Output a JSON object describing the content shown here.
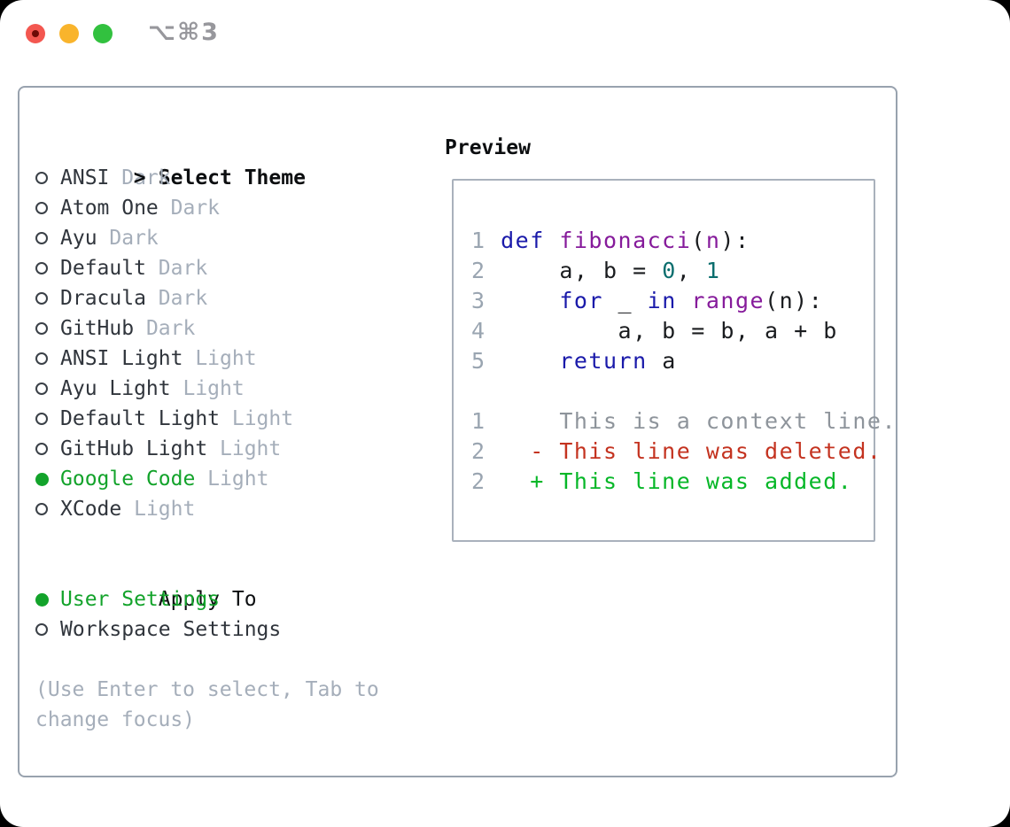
{
  "window": {
    "title": "⌥⌘3",
    "traffic_lights": [
      "close",
      "minimize",
      "zoom"
    ]
  },
  "colors": {
    "traffic_red": "#f35750",
    "traffic_red_dot": "#6d0b06",
    "traffic_yellow": "#f9b42c",
    "traffic_green": "#32c13f",
    "title_gray": "#97979c",
    "header_black": "#0c0e10",
    "item_dark": "#30353c",
    "variant_gray": "#a5aeba",
    "selected_green": "#13a32b",
    "help_gray": "#a5aeba",
    "kw": "#1a1aaa",
    "fn": "#861b9b",
    "lit": "#0b6e6e",
    "pln": "#1a1c1f",
    "linenum": "#9aa5b1",
    "ctx": "#8e949b",
    "del": "#c43320",
    "add": "#06b728"
  },
  "theme_selector": {
    "cursor": ">",
    "header": "Select Theme",
    "themes": [
      {
        "name": "ANSI",
        "variant": "Dark",
        "selected": false
      },
      {
        "name": "Atom One",
        "variant": "Dark",
        "selected": false
      },
      {
        "name": "Ayu",
        "variant": "Dark",
        "selected": false
      },
      {
        "name": "Default",
        "variant": "Dark",
        "selected": false
      },
      {
        "name": "Dracula",
        "variant": "Dark",
        "selected": false
      },
      {
        "name": "GitHub",
        "variant": "Dark",
        "selected": false
      },
      {
        "name": "ANSI Light",
        "variant": "Light",
        "selected": false
      },
      {
        "name": "Ayu Light",
        "variant": "Light",
        "selected": false
      },
      {
        "name": "Default Light",
        "variant": "Light",
        "selected": false
      },
      {
        "name": "GitHub Light",
        "variant": "Light",
        "selected": false
      },
      {
        "name": "Google Code",
        "variant": "Light",
        "selected": true
      },
      {
        "name": "XCode",
        "variant": "Light",
        "selected": false
      }
    ],
    "apply_to": {
      "header": "Apply To",
      "options": [
        {
          "name": "User Settings",
          "selected": true
        },
        {
          "name": "Workspace Settings",
          "selected": false
        }
      ]
    },
    "help_line1": "(Use Enter to select, Tab to",
    "help_line2": "change focus)"
  },
  "preview": {
    "header": "Preview",
    "code_lines": [
      {
        "num": "1 ",
        "tokens": [
          {
            "t": "def",
            "c": "kw"
          },
          {
            "t": " ",
            "c": "pln"
          },
          {
            "t": "fibonacci",
            "c": "fn"
          },
          {
            "t": "(",
            "c": "pln"
          },
          {
            "t": "n",
            "c": "fn"
          },
          {
            "t": "):",
            "c": "pln"
          }
        ]
      },
      {
        "num": "2 ",
        "tokens": [
          {
            "t": "    a, b = ",
            "c": "pln"
          },
          {
            "t": "0",
            "c": "lit"
          },
          {
            "t": ", ",
            "c": "pln"
          },
          {
            "t": "1",
            "c": "lit"
          }
        ]
      },
      {
        "num": "3 ",
        "tokens": [
          {
            "t": "    ",
            "c": "pln"
          },
          {
            "t": "for",
            "c": "kw"
          },
          {
            "t": " _ ",
            "c": "pln"
          },
          {
            "t": "in",
            "c": "kw"
          },
          {
            "t": " ",
            "c": "pln"
          },
          {
            "t": "range",
            "c": "fn"
          },
          {
            "t": "(n):",
            "c": "pln"
          }
        ]
      },
      {
        "num": "4 ",
        "tokens": [
          {
            "t": "        a, b = b, a + b",
            "c": "pln"
          }
        ]
      },
      {
        "num": "5 ",
        "tokens": [
          {
            "t": "    ",
            "c": "pln"
          },
          {
            "t": "return",
            "c": "kw"
          },
          {
            "t": " a",
            "c": "pln"
          }
        ]
      },
      {
        "num": "",
        "tokens": []
      },
      {
        "num": "1 ",
        "tokens": [
          {
            "t": "    This is a context line.",
            "c": "ctx"
          }
        ]
      },
      {
        "num": "2 ",
        "tokens": [
          {
            "t": "  - This line was deleted.",
            "c": "del"
          }
        ]
      },
      {
        "num": "2 ",
        "tokens": [
          {
            "t": "  + This line was added.",
            "c": "add"
          }
        ]
      }
    ]
  }
}
